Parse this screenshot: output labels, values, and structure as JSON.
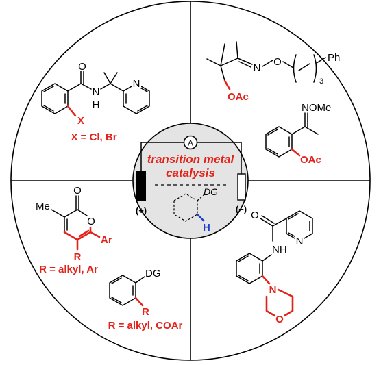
{
  "center": {
    "title_line1": "transition metal",
    "title_line2": "catalysis",
    "ammeter_symbol": "A",
    "anode_sign": "(+)",
    "cathode_sign": "(−)",
    "substrate_dg": "DG",
    "substrate_h": "H"
  },
  "quadrant_top_left": {
    "carbonyl_o": "O",
    "amide_n": "N",
    "amide_h": "H",
    "pyridine_n": "N",
    "halide": "X",
    "caption": "X = Cl, Br"
  },
  "quadrant_top_right": {
    "oxime_n": "N",
    "oxime_o": "O",
    "phenyl": "Ph",
    "chain_subscript": "3",
    "acetoxy_1": "OAc",
    "oxime_ome": "NOMe",
    "acetoxy_2": "OAc"
  },
  "quadrant_bottom_left": {
    "carbonyl_o": "O",
    "methyl": "Me",
    "ring_o": "O",
    "aryl": "Ar",
    "r_group": "R",
    "caption_1": "R = alkyl, Ar",
    "dg": "DG",
    "r_group_2": "R",
    "caption_2": "R = alkyl, COAr"
  },
  "quadrant_bottom_right": {
    "pyridine_n": "N",
    "carbonyl_o": "O",
    "amide_nh": "NH",
    "morpholine_n": "N",
    "morpholine_o": "O"
  },
  "colors": {
    "highlight": "#e2231a",
    "hydrogen": "#1f3fcf",
    "center_fill": "#e4e4e4"
  }
}
